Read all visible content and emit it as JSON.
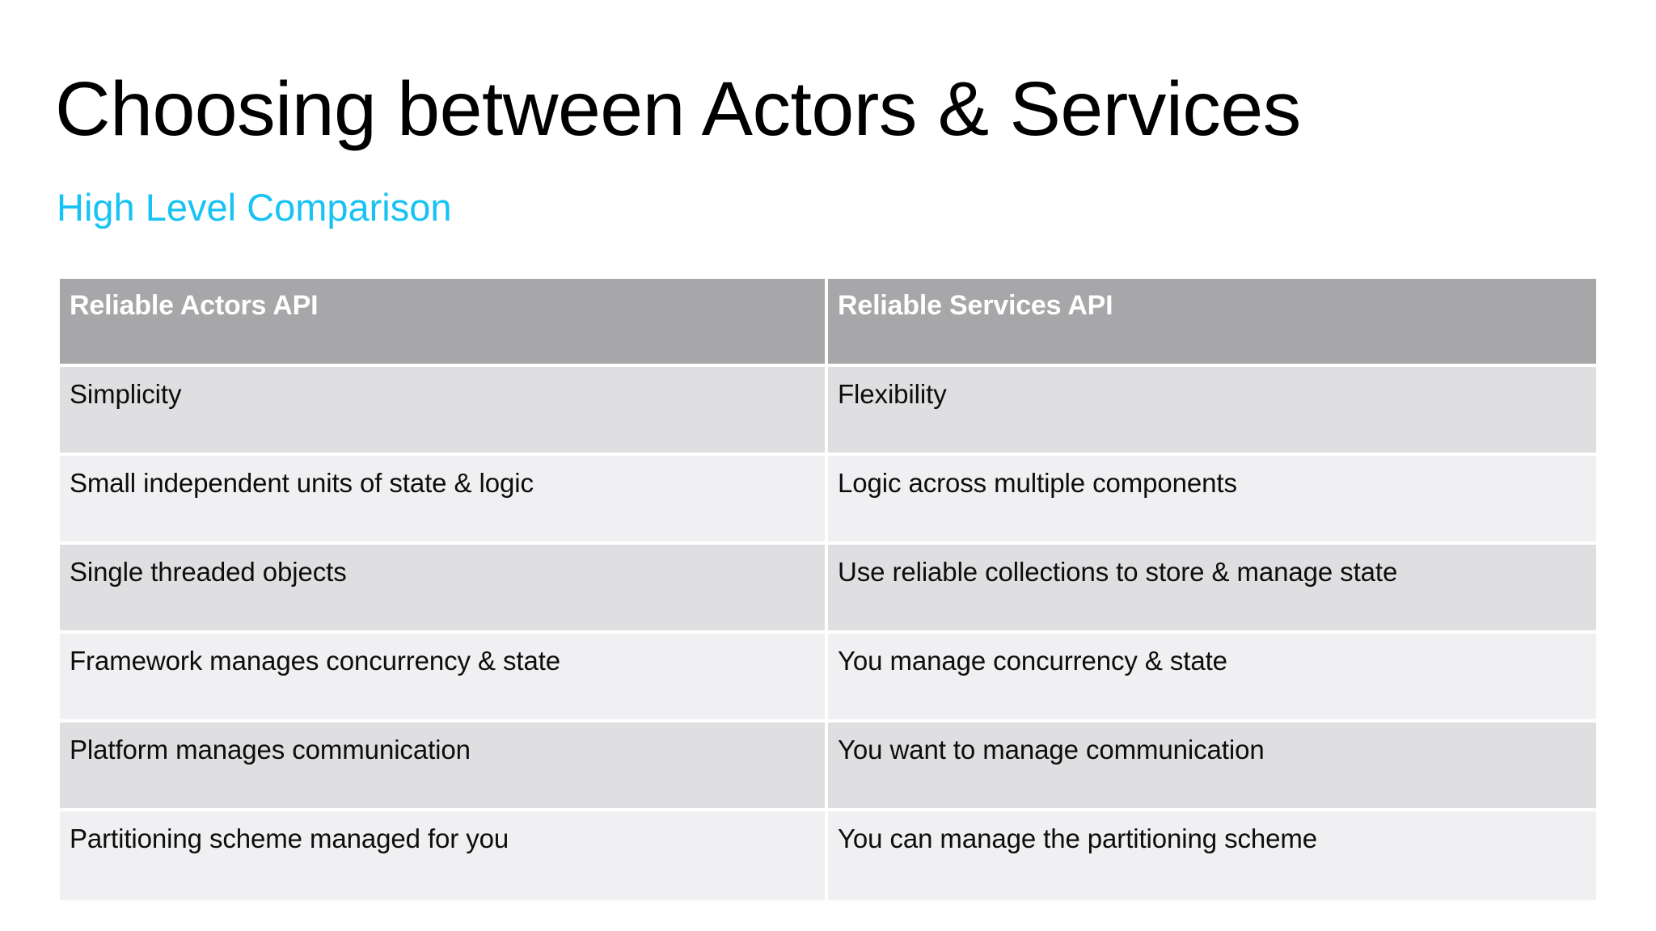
{
  "slide": {
    "title": "Choosing between Actors & Services",
    "subtitle": "High Level Comparison",
    "accent_color": "#18C3F3",
    "header_bg_color": "#A7A6A8",
    "row_shade_color": "#DFDFE1",
    "row_light_color": "#F0EFF1",
    "background_color": "#FFFFFF"
  },
  "table": {
    "columns": [
      {
        "header": "Reliable Actors API"
      },
      {
        "header": "Reliable Services API"
      }
    ],
    "rows": [
      {
        "actors": "Simplicity",
        "services": "Flexibility"
      },
      {
        "actors": "Small independent units of state & logic",
        "services": "Logic across multiple components"
      },
      {
        "actors": "Single threaded objects",
        "services": "Use reliable collections to store & manage state"
      },
      {
        "actors": "Framework manages concurrency & state",
        "services": "You manage concurrency & state"
      },
      {
        "actors": "Platform manages communication",
        "services": "You want to manage communication"
      },
      {
        "actors": "Partitioning scheme managed for you",
        "services": "You can manage the partitioning scheme"
      }
    ]
  }
}
